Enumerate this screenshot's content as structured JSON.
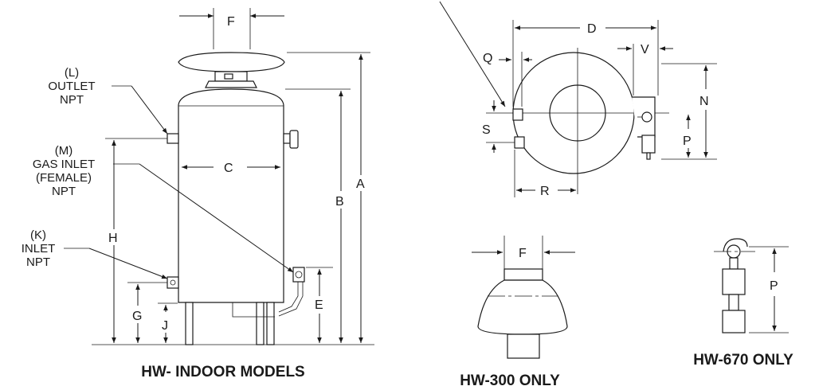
{
  "views": {
    "indoor": {
      "caption": "HW- INDOOR MODELS",
      "callouts": {
        "outlet": [
          "(L)",
          "OUTLET",
          "NPT"
        ],
        "gas_inlet": [
          "(M)",
          "GAS INLET",
          "(FEMALE)",
          "NPT"
        ],
        "inlet": [
          "(K)",
          "INLET",
          "NPT"
        ]
      },
      "dims": {
        "A": "A",
        "B": "B",
        "C": "C",
        "E": "E",
        "F": "F",
        "G": "G",
        "H": "H",
        "J": "J"
      }
    },
    "top": {
      "dims": {
        "D": "D",
        "N": "N",
        "P": "P",
        "Q": "Q",
        "R": "R",
        "S": "S",
        "V": "V"
      }
    },
    "hw300": {
      "caption": "HW-300 ONLY",
      "dims": {
        "F": "F"
      }
    },
    "hw670": {
      "caption": "HW-670 ONLY",
      "dims": {
        "P": "P"
      }
    }
  }
}
